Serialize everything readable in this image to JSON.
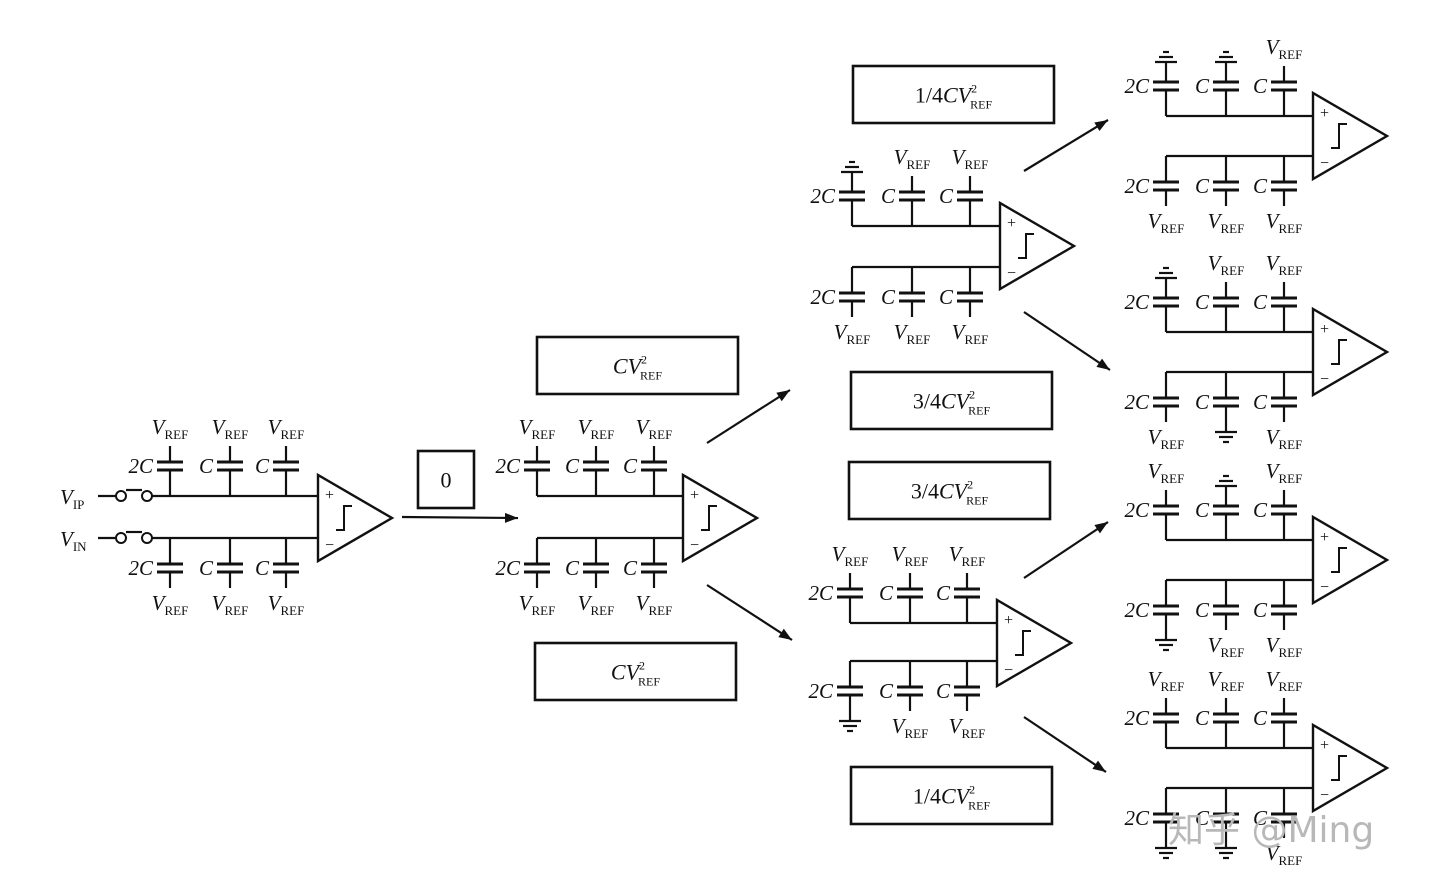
{
  "labels": {
    "vref_main": "V",
    "vref_sub": "REF",
    "cap_2c": "2C",
    "cap_c": "C",
    "vip_main": "V",
    "vip_sub": "IP",
    "vin_main": "V",
    "vin_sub": "IN",
    "plus": "+",
    "minus": "−"
  },
  "energy_boxes": {
    "zero": "0",
    "cv2_top": "CV²REF",
    "cv2_bottom": "CV²REF",
    "quarter_top": "1/4CV²REF",
    "three_quarter_upper": "3/4CV²REF",
    "three_quarter_lower": "3/4CV²REF",
    "quarter_bottom": "1/4CV²REF"
  },
  "watermark": "知乎 @Ming"
}
